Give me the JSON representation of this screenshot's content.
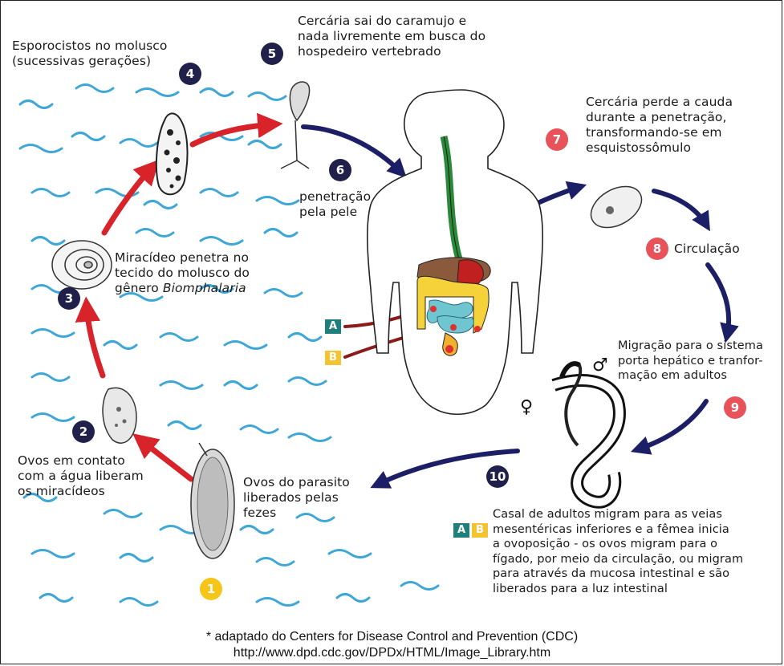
{
  "steps": [
    {
      "number": "1",
      "text": ""
    },
    {
      "number": "2",
      "lines": [
        "Ovos em contato",
        "com a água liberam",
        "os miracídeos"
      ]
    },
    {
      "number": "3",
      "lines": [
        "Miracídeo penetra no",
        "tecido do molusco do",
        "gênero "
      ],
      "italic": "Biomphalaria"
    },
    {
      "number": "4",
      "lines": [
        "Esporocistos no molusco",
        "(sucessivas gerações)"
      ]
    },
    {
      "number": "5",
      "lines": [
        "Cercária sai do caramujo e",
        "nada livremente em busca do",
        "hospedeiro vertebrado"
      ]
    },
    {
      "number": "6",
      "lines": [
        "penetração",
        "pela pele"
      ]
    },
    {
      "number": "7",
      "lines": [
        "Cercária perde a cauda",
        "durante a penetração,",
        "transformando-se em",
        "esquistossômulo"
      ]
    },
    {
      "number": "8",
      "lines": [
        "Circulação"
      ]
    },
    {
      "number": "9",
      "lines": [
        "Migração para o sistema",
        "porta hepático e tranfor-",
        "mação em adultos"
      ]
    },
    {
      "number": "10",
      "lines": [
        "Ovos do parasito",
        "liberados pelas",
        "fezes"
      ]
    }
  ],
  "adults_text": [
    "Casal de adultos migram para as veias",
    "mesentéricas inferiores e a fêmea inicia",
    "a ovoposição - os ovos migram para o",
    "fígado, por meio da circulação, ou migram",
    "para através da mucosa intestinal e são",
    "liberados para a luz intestinal"
  ],
  "markers": {
    "a": "A",
    "b": "B"
  },
  "symbols": {
    "male": "♂",
    "female": "♀"
  },
  "credit": {
    "line1": "* adaptado do Centers for Disease Control and Prevention (CDC)",
    "line2": "http://www.dpd.cdc.gov/DPDx/HTML/Image_Library.htm"
  },
  "colors": {
    "water": "#3fa7d8",
    "red_arrow": "#d8232a",
    "navy_arrow": "#1c1f66",
    "badge_dark": "#20204a",
    "badge_red": "#e8535a",
    "badge_yellow": "#f5c518",
    "marker_a": "#1f7f7a",
    "marker_b": "#f4c430"
  }
}
